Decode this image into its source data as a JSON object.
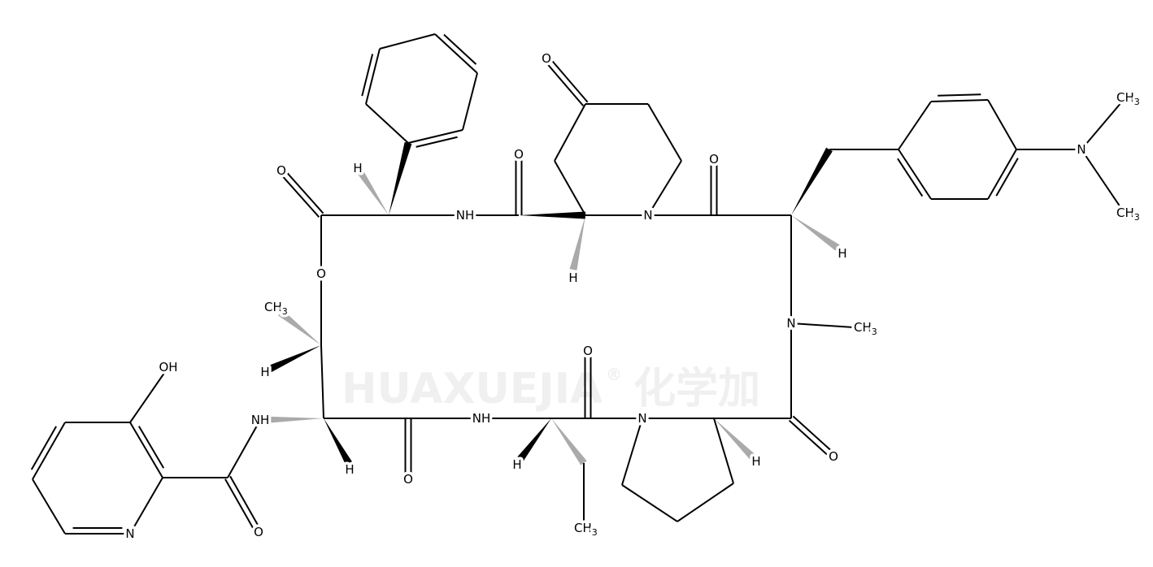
{
  "watermark": {
    "text": "HUAXUEJIA",
    "reg": "®",
    "cn": "化学加"
  },
  "labels": {
    "O": "O",
    "NH": "NH",
    "N": "N",
    "H": "H",
    "CH": "CH",
    "sub3": "3",
    "OH": "OH"
  },
  "colors": {
    "bond": "#000000",
    "hash_wedge": "#aaaaaa",
    "watermark": "#f0f0f0"
  }
}
